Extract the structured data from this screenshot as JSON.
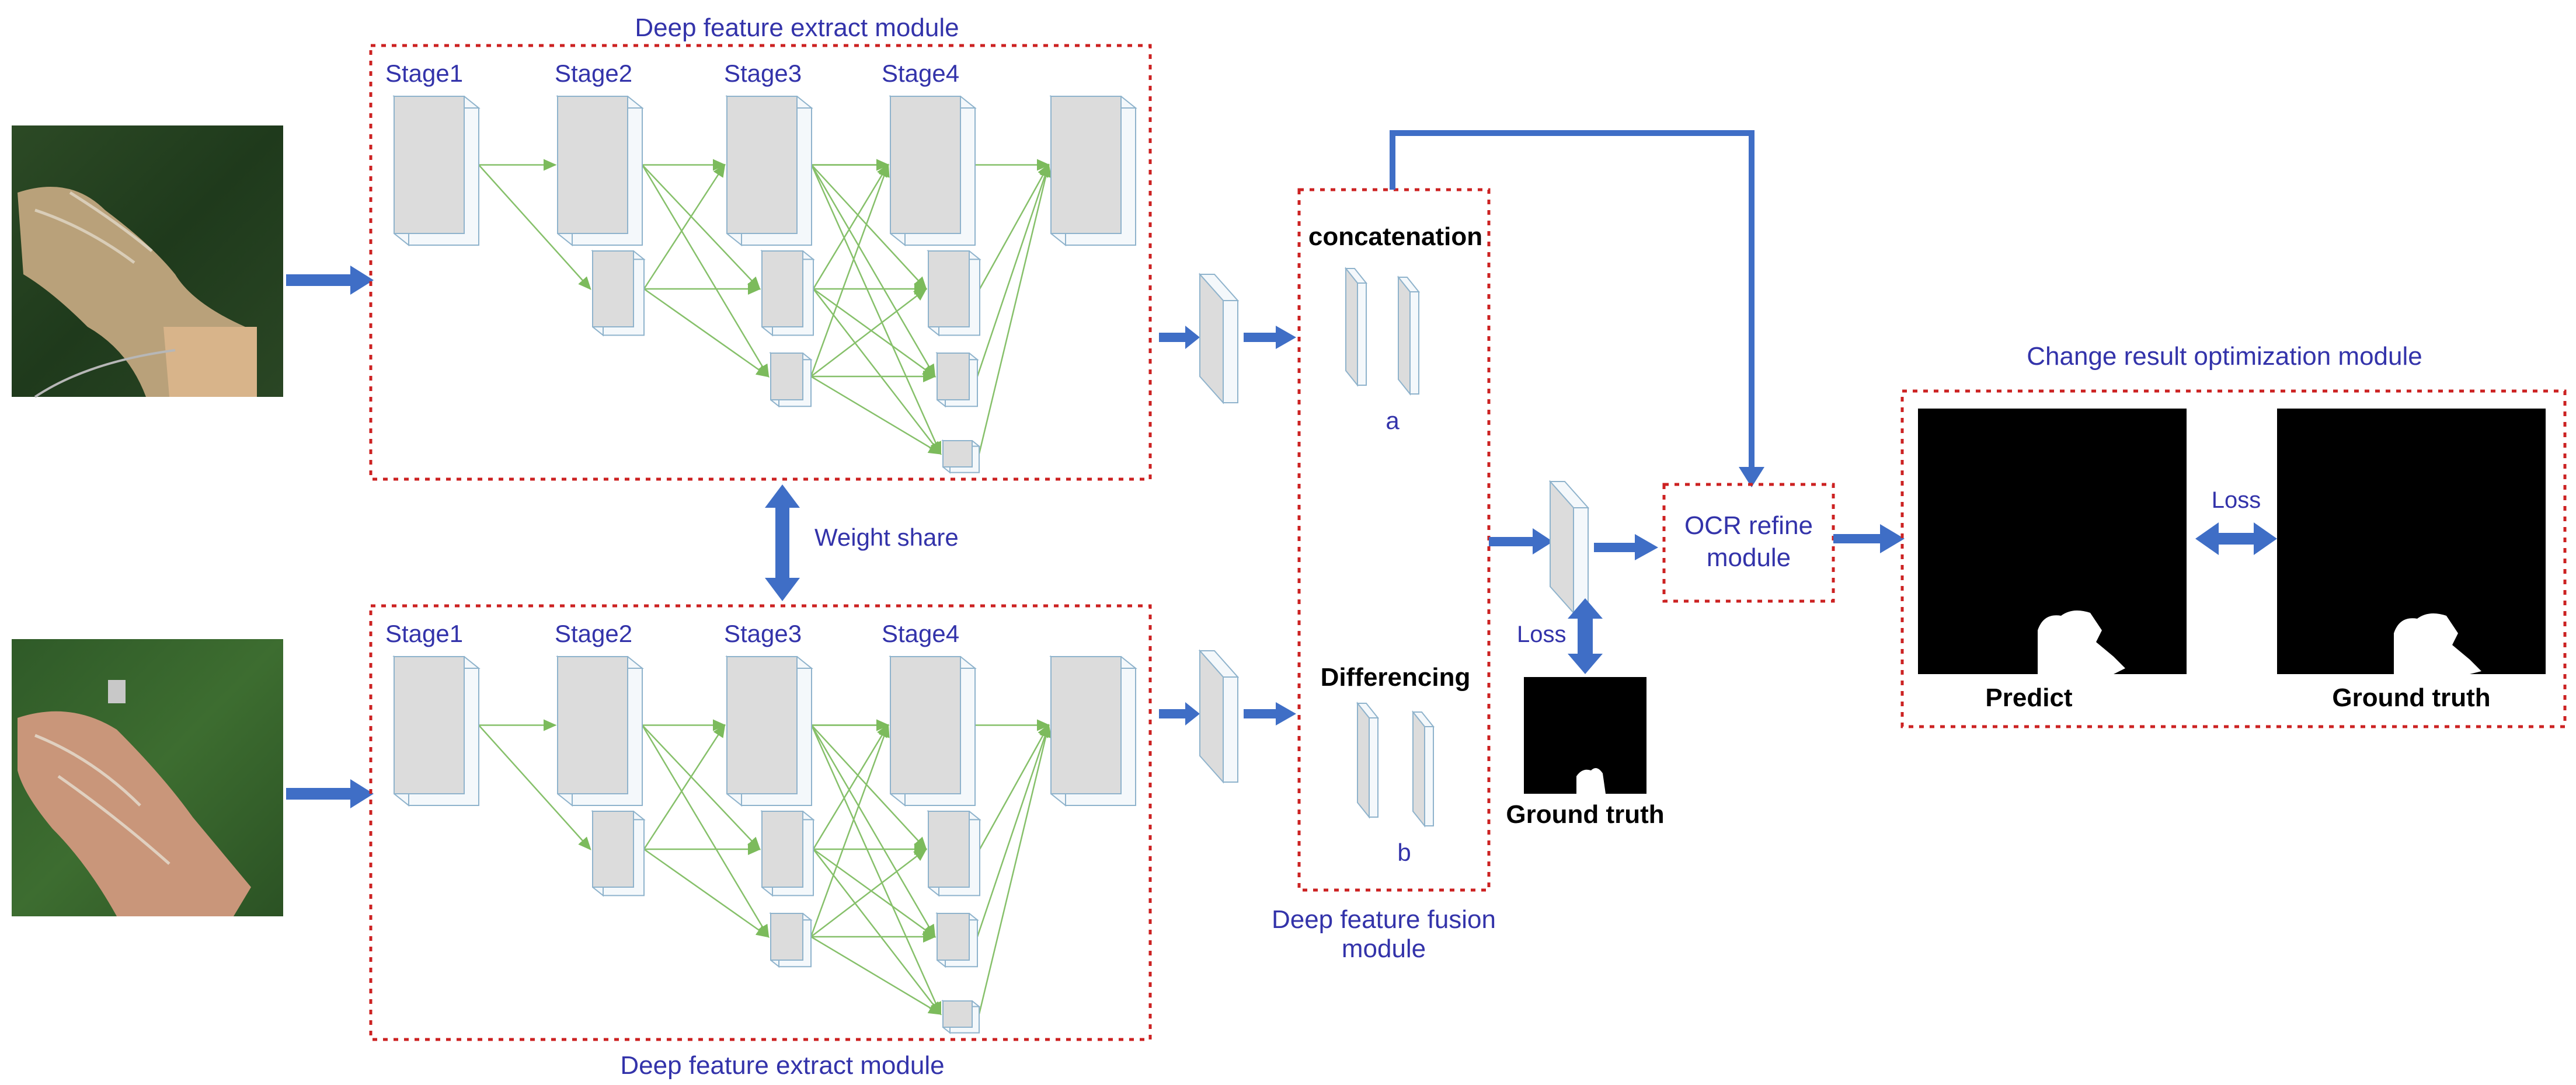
{
  "colors": {
    "label_blue": "#3333aa",
    "arrow_blue": "#3f6ec6",
    "dotted_red": "#cc2222",
    "green_links": "#86c06a",
    "feature_face": "#dcdcdc",
    "feature_edge": "#8fb3cc"
  },
  "top_branch": {
    "module_title": "Deep feature extract module",
    "stages": [
      "Stage1",
      "Stage2",
      "Stage3",
      "Stage4"
    ],
    "input_image": "satellite image (time 1)"
  },
  "bottom_branch": {
    "module_title": "Deep feature extract module",
    "stages": [
      "Stage1",
      "Stage2",
      "Stage3",
      "Stage4"
    ],
    "input_image": "satellite image (time 2)"
  },
  "weight_share": "Weight share",
  "fusion": {
    "concat_label": "concatenation",
    "concat_sub": "a",
    "diff_label": "Differencing",
    "diff_sub": "b",
    "title_line1": "Deep feature fusion",
    "title_line2": "module"
  },
  "loss_mid": "Loss",
  "ground_truth_mid": "Ground truth",
  "ocr": {
    "line1": "OCR refine",
    "line2": "module"
  },
  "optimization": {
    "title": "Change result optimization module",
    "loss": "Loss",
    "predict": "Predict",
    "ground_truth": "Ground truth"
  }
}
